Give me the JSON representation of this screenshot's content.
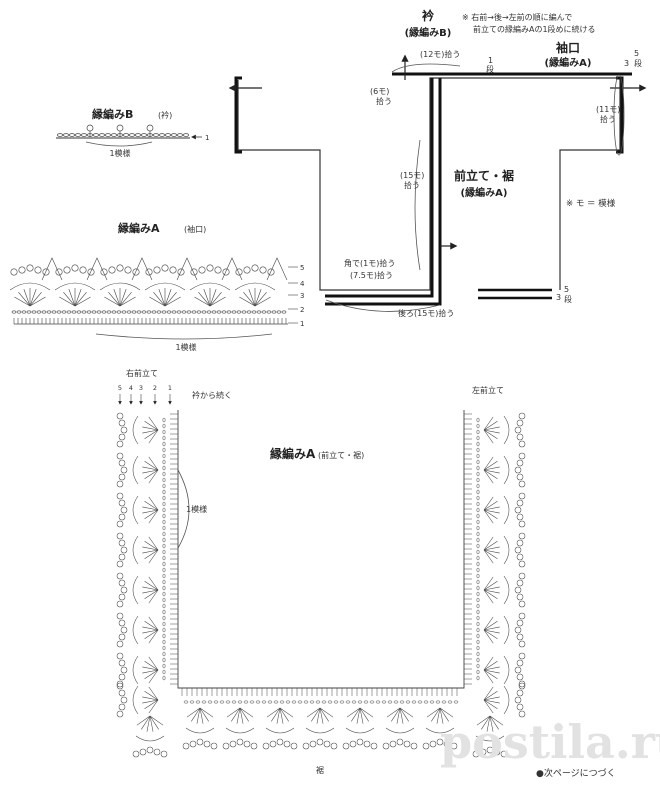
{
  "header": {
    "collar_title": "衿",
    "collar_sub": "(縁編みB)",
    "note_line1": "※ 右前→後→左前の順に編んで",
    "note_line2": "前立ての縁編みAの1段めに続ける",
    "cuff_title": "袖口",
    "cuff_sub": "(縁編みA)",
    "front_title": "前立て・裾",
    "front_sub": "(縁編みA)",
    "unit_note": "※ モ ＝ 模様"
  },
  "schematic": {
    "pick_12": "(12モ)拾う",
    "row_1": "1",
    "row_1_unit": "段",
    "pick_6_a": "(6モ)",
    "pick_6_b": "拾う",
    "pick_15_a": "(15モ)",
    "pick_15_b": "拾う",
    "corner_pick": "角で(1モ)拾う",
    "pick_75": "(7.5モ)拾う",
    "back_pick": "後ろ(15モ)拾う",
    "pick_11_a": "(11モ)",
    "pick_11_b": "拾う",
    "row_3": "3",
    "row_5": "5",
    "row_unit": "段"
  },
  "chart_b": {
    "title": "縁編みB",
    "title_paren": "(衿)",
    "repeat": "1模様",
    "row_label": "1"
  },
  "chart_a": {
    "title": "縁編みA",
    "title_paren": "(袖口)",
    "repeat": "1模様",
    "rows": [
      "5",
      "4",
      "3",
      "2",
      "1"
    ]
  },
  "chart_front": {
    "title": "縁編みA",
    "title_paren": "(前立て・裾)",
    "right_label": "右前立て",
    "left_label": "左前立て",
    "continue": "衿から続く",
    "repeat": "1模様",
    "hem": "裾",
    "rows": [
      "5",
      "4",
      "3",
      "2",
      "1"
    ]
  },
  "footer": {
    "next": "●次ページにつづく",
    "watermark": "postila.ru"
  }
}
